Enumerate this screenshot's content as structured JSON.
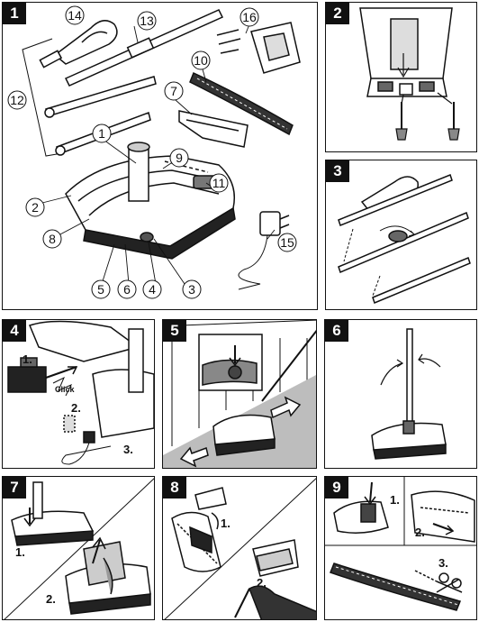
{
  "panels": [
    {
      "number": "1"
    },
    {
      "number": "2"
    },
    {
      "number": "3"
    },
    {
      "number": "4"
    },
    {
      "number": "5"
    },
    {
      "number": "6"
    },
    {
      "number": "7"
    },
    {
      "number": "8"
    },
    {
      "number": "9"
    }
  ],
  "panel1_callouts": {
    "c1": "1",
    "c2": "2",
    "c3": "3",
    "c4": "4",
    "c5": "5",
    "c6": "6",
    "c7": "7",
    "c8": "8",
    "c9": "9",
    "c10": "10",
    "c11": "11",
    "c12": "12",
    "c13": "13",
    "c14": "14",
    "c15": "15",
    "c16": "16"
  },
  "panel4": {
    "step1": "1.",
    "step2": "2.",
    "step3": "3.",
    "click": "Click"
  },
  "panel7": {
    "step1": "1.",
    "step2": "2."
  },
  "panel8": {
    "step1": "1.",
    "step2": "2."
  },
  "panel9": {
    "step1": "1.",
    "step2": "2.",
    "step3": "3."
  }
}
